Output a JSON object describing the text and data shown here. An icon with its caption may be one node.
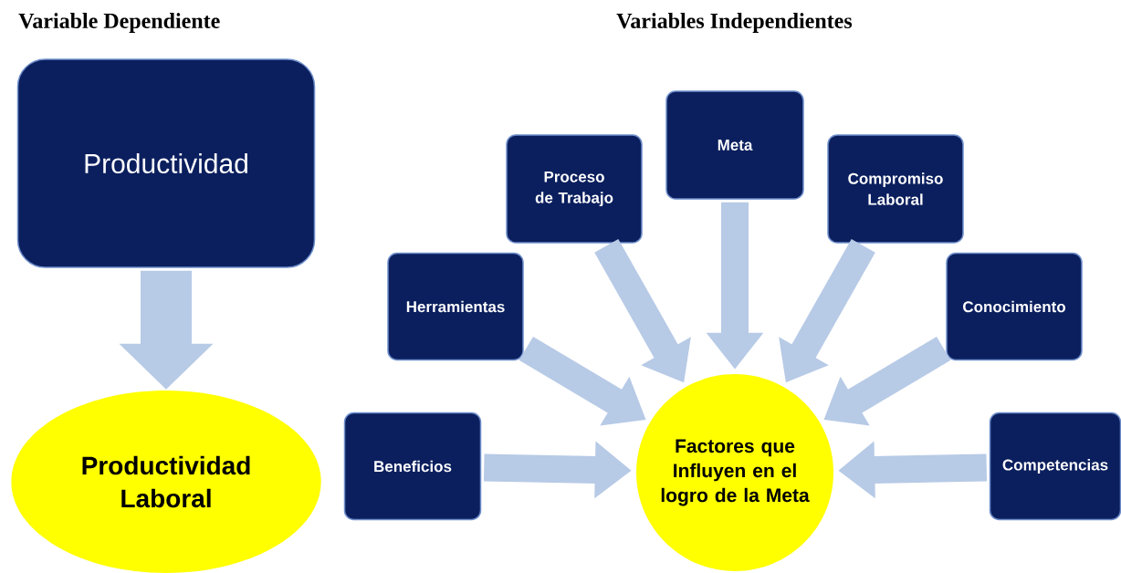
{
  "diagram": {
    "nodes": [
      {
        "text": [
          "Productividad"
        ]
      },
      {
        "text": [
          "Productividad Laboral"
        ]
      },
      {
        "text": [
          "Meta"
        ]
      },
      {
        "text": [
          "Proceso de Trabajo"
        ]
      },
      {
        "text": [
          "Compromiso Laboral"
        ]
      },
      {
        "text": [
          "Herramientas"
        ]
      },
      {
        "text": [
          "Conocimiento"
        ]
      },
      {
        "text": [
          "Beneficios"
        ]
      },
      {
        "text": [
          "Factores que Influyen en el logro de la Meta"
        ]
      },
      {
        "text": [
          "Competencias"
        ]
      }
    ],
    "edges": [
      {
        "from": 0,
        "to": 1,
        "arrow": "to",
        "style": "thick"
      },
      {
        "from": 2,
        "to": 8,
        "arrow": "to"
      },
      {
        "from": 3,
        "to": 8,
        "arrow": "to"
      },
      {
        "from": 4,
        "to": 8,
        "arrow": "to"
      },
      {
        "from": 5,
        "to": 8,
        "arrow": "to"
      },
      {
        "from": 6,
        "to": 8,
        "arrow": "to"
      },
      {
        "from": 7,
        "to": 8,
        "arrow": "to"
      },
      {
        "from": 9,
        "to": 8,
        "arrow": "to"
      }
    ],
    "labels": [
      "Variable Dependiente",
      "Variables Independientes"
    ]
  }
}
